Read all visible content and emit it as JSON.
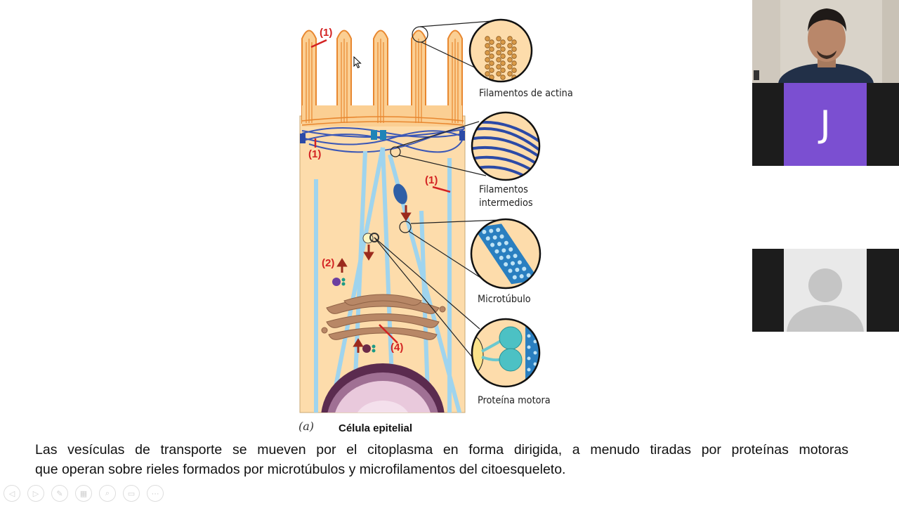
{
  "slide": {
    "figure": {
      "label_actin": "Filamentos de actina",
      "label_intermediate_line1": "Filamentos",
      "label_intermediate_line2": "intermedios",
      "label_microtubule": "Microtúbulo",
      "label_motor": "Proteína motora",
      "caption_letter": "(a)",
      "caption_title": "Célula epitelial",
      "annotations": [
        "(1)",
        "(1)",
        "(1)",
        "(2)",
        "(4)"
      ]
    },
    "description_line1": "Las vesículas de transporte se mueven por el citoplasma en forma dirigida,  a  menudo  tiradas  por  proteínas  motoras",
    "description_line2": "que  operan sobre rieles formados por microtúbulos y microfilamentos del citoesqueleto."
  },
  "participants": [
    {
      "type": "camera"
    },
    {
      "type": "initial-avatar",
      "initial": "J"
    },
    {
      "type": "default-avatar"
    }
  ],
  "toolbar": {
    "icons": [
      "previous-icon",
      "next-icon",
      "pen-icon",
      "slides-grid-icon",
      "zoom-icon",
      "subtitles-icon",
      "more-icon"
    ],
    "glyphs": [
      "◁",
      "▷",
      "✎",
      "▦",
      "⌕",
      "▭",
      "⋯"
    ]
  },
  "colors": {
    "cell_fill": "#fddcab",
    "actin": "#e8872f",
    "intermediate": "#3b57b6",
    "microtubule": "#9fd4ee",
    "annotation_red": "#d32222",
    "avatar_purple": "#7b4fd1"
  }
}
